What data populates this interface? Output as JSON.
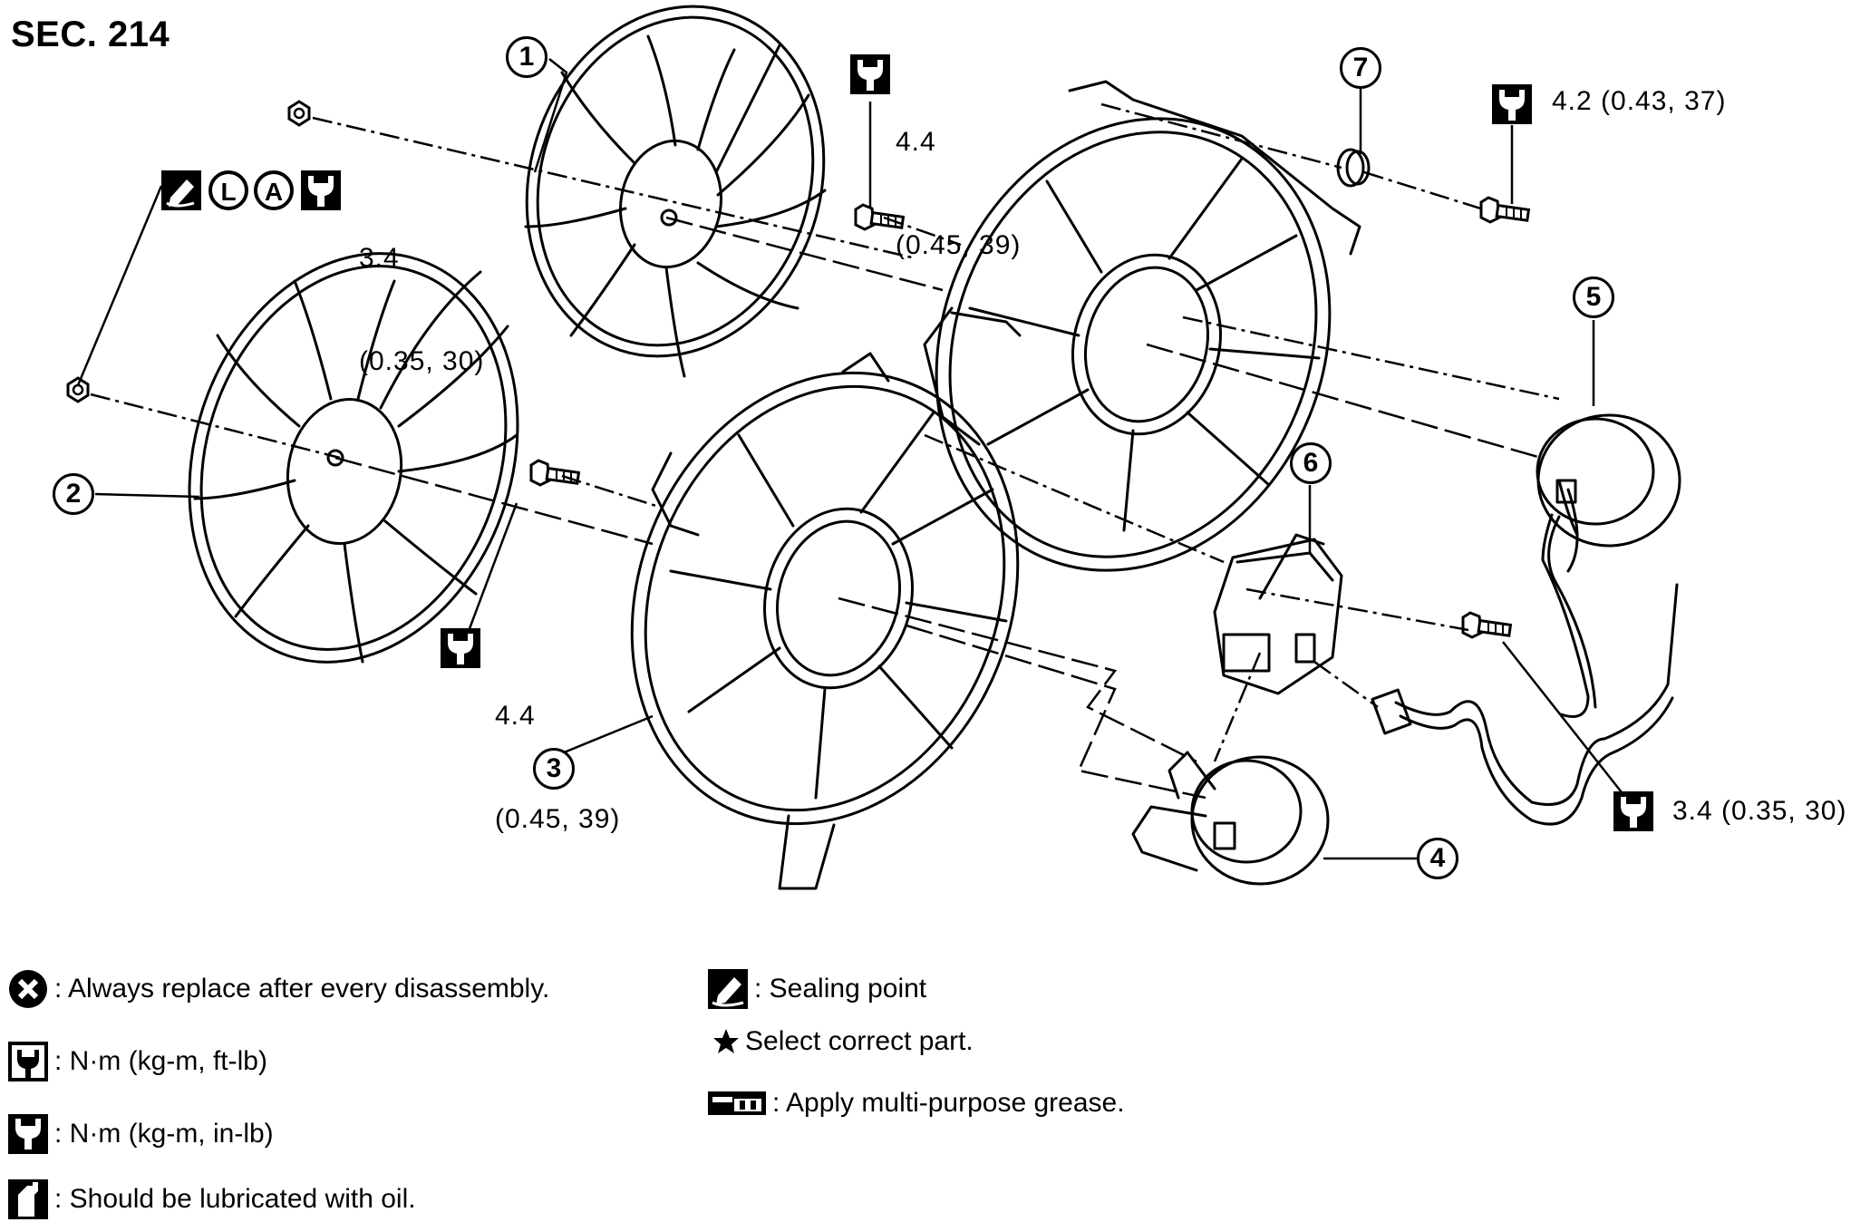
{
  "section": "SEC. 214",
  "callouts": {
    "c1": "1",
    "c2": "2",
    "c3": "3",
    "c4": "4",
    "c5": "5",
    "c6": "6",
    "c7": "7"
  },
  "torques": {
    "t1_a": "3.4",
    "t1_b": "(0.35, 30)",
    "t2_a": "4.4",
    "t2_b": "(0.45, 39)",
    "t3_a": "4.4",
    "t3_b": "(0.45, 39)",
    "t4": "4.2 (0.43, 37)",
    "t5": "3.4 (0.35, 30)"
  },
  "legend": {
    "replace": ": Always replace after every disassembly.",
    "ftlb": ": N·m (kg-m, ft-lb)",
    "inlb": ": N·m (kg-m, in-lb)",
    "oil": ": Should be lubricated with oil.",
    "sealing": ": Sealing point",
    "select": "Select correct part.",
    "grease": ": Apply multi-purpose grease."
  },
  "icons": {
    "torque_ftlb": "wrench-outline-icon",
    "torque_inlb": "wrench-filled-icon",
    "replace": "x-circle-icon",
    "sealing": "sealant-icon",
    "locking": "L-circle-icon",
    "anti_seize": "A-circle-icon",
    "oil": "oil-can-icon",
    "grease": "grease-gun-icon",
    "select": "star-icon"
  }
}
